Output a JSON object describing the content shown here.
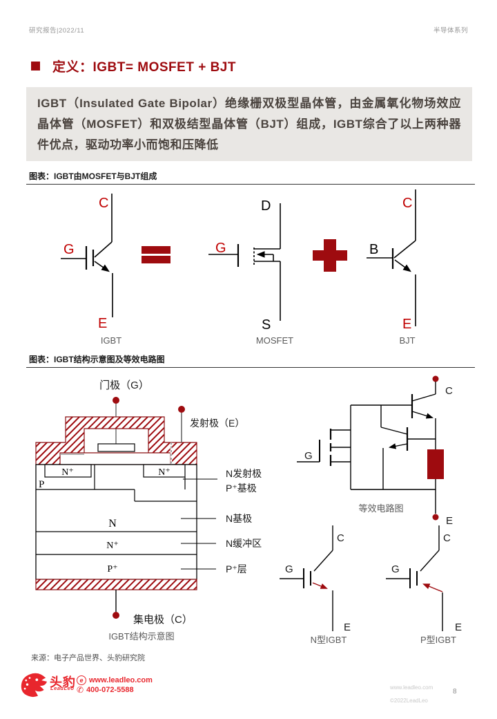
{
  "header": {
    "left": "研究报告|2022/11",
    "right": "半导体系列"
  },
  "title": {
    "text": "定义：IGBT= MOSFET + BJT"
  },
  "summary": "IGBT（Insulated Gate Bipolar）绝缘栅双极型晶体管，由金属氧化物场效应晶体管（MOSFET）和双极结型晶体管（BJT）组成，IGBT综合了以上两种器件优点，驱动功率小而饱和压降低",
  "figure1": {
    "label": "图表：IGBT由MOSFET与BJT组成",
    "igbt": {
      "c": "C",
      "g": "G",
      "e": "E",
      "caption": "IGBT"
    },
    "equals_sign": "=",
    "mosfet": {
      "d": "D",
      "g": "G",
      "s": "S",
      "caption": "MOSFET"
    },
    "plus_sign": "+",
    "bjt": {
      "c": "C",
      "b": "B",
      "e": "E",
      "caption": "BJT"
    }
  },
  "figure2": {
    "label": "图表：IGBT结构示意图及等效电路图",
    "structure": {
      "gate": "门极（G）",
      "emitter": "发射极（E）",
      "collector": "集电极（C）",
      "p": "P",
      "n_plus_left": "N⁺",
      "n_plus_right": "N⁺",
      "n": "N",
      "n_plus_layer": "N⁺",
      "p_plus_layer": "P⁺",
      "pointers": [
        "N发射极",
        "P⁺基极",
        "N基极",
        "N缓冲区",
        "P⁺层"
      ],
      "caption": "IGBT结构示意图"
    },
    "equivalent": {
      "g": "G",
      "c": "C",
      "e": "E",
      "caption": "等效电路图"
    },
    "n_igbt": {
      "g": "G",
      "c": "C",
      "e": "E",
      "caption": "N型IGBT"
    },
    "p_igbt": {
      "g": "G",
      "c": "C",
      "e": "E",
      "caption": "P型IGBT"
    }
  },
  "source": "来源：电子产品世界、头豹研究院",
  "footer": {
    "brand": "头豹",
    "brand_sub": "LeadLeo",
    "site": "www.leadleo.com",
    "phone": "400-072-5588",
    "site_right": "www.leadleo.com",
    "copyright": "©2022LeadLeo",
    "page": "8"
  },
  "colors": {
    "accent": "#9E0B0F",
    "letter_red": "#C00000",
    "brand_red": "#E8262D"
  }
}
